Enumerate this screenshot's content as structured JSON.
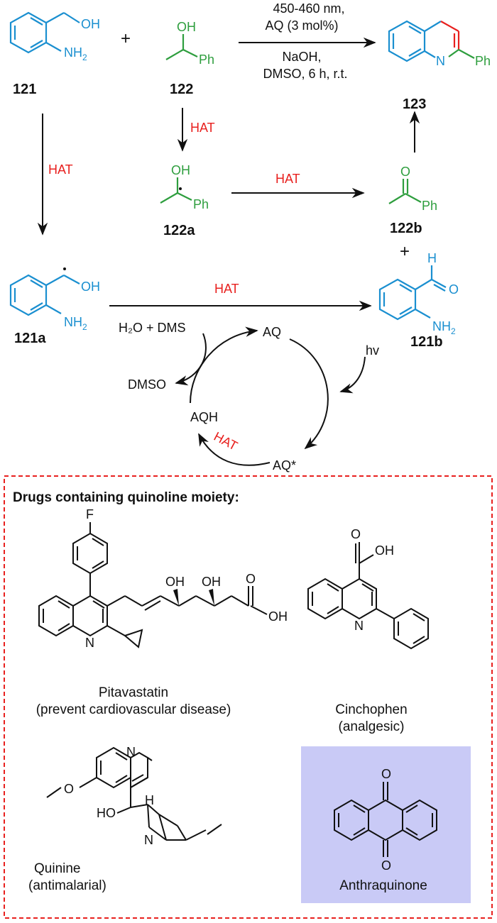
{
  "compounds": {
    "c121": {
      "label": "121",
      "oh": "OH",
      "nh2": "NH",
      "nh2_sub": "2"
    },
    "c122": {
      "label": "122",
      "oh": "OH",
      "ph": "Ph"
    },
    "c123": {
      "label": "123",
      "n": "N",
      "ph": "Ph"
    },
    "c122a": {
      "label": "122a",
      "oh": "OH",
      "ph": "Ph"
    },
    "c122b": {
      "label": "122b",
      "o": "O",
      "ph": "Ph"
    },
    "c121a": {
      "label": "121a",
      "oh": "OH",
      "nh2": "NH",
      "nh2_sub": "2"
    },
    "c121b": {
      "label": "121b",
      "h": "H",
      "o": "O",
      "nh2": "NH",
      "nh2_sub": "2"
    }
  },
  "conditions": {
    "line1": "450-460 nm,",
    "line2": "AQ (3 mol%)",
    "line3": "NaOH,",
    "line4": "DMSO, 6 h, r.t."
  },
  "plus_top": "+",
  "plus_mid": "+",
  "hat_labels": {
    "left": "HAT",
    "middle": "HAT",
    "horizontal": "HAT",
    "lower": "HAT",
    "cycle": "HAT"
  },
  "cycle": {
    "aq": "AQ",
    "aq_star": "AQ*",
    "aqh": "AQH",
    "h2o_dms": "H₂O + DMS",
    "dmso": "DMSO",
    "hv": "hv"
  },
  "box": {
    "title": "Drugs containing quinoline moiety:",
    "pitavastatin": {
      "name": "Pitavastatin",
      "use": "(prevent cardiovascular disease)",
      "f": "F",
      "oh1": "OH",
      "oh2": "OH",
      "o": "O",
      "oh3": "OH",
      "n": "N"
    },
    "cinchophen": {
      "name": "Cinchophen",
      "use": "(analgesic)",
      "o": "O",
      "oh": "OH",
      "n": "N"
    },
    "quinine": {
      "name": "Quinine",
      "use": "(antimalarial)",
      "n1": "N",
      "o": "O",
      "ho": "HO",
      "h": "H",
      "n2": "N"
    },
    "anthraquinone": {
      "name": "Anthraquinone",
      "o1": "O",
      "o2": "O"
    }
  },
  "colors": {
    "blue": "#1a8fd0",
    "green": "#2e9e3e",
    "red": "#e8201e",
    "black": "#111111",
    "box_fill": "#c9caf6"
  }
}
